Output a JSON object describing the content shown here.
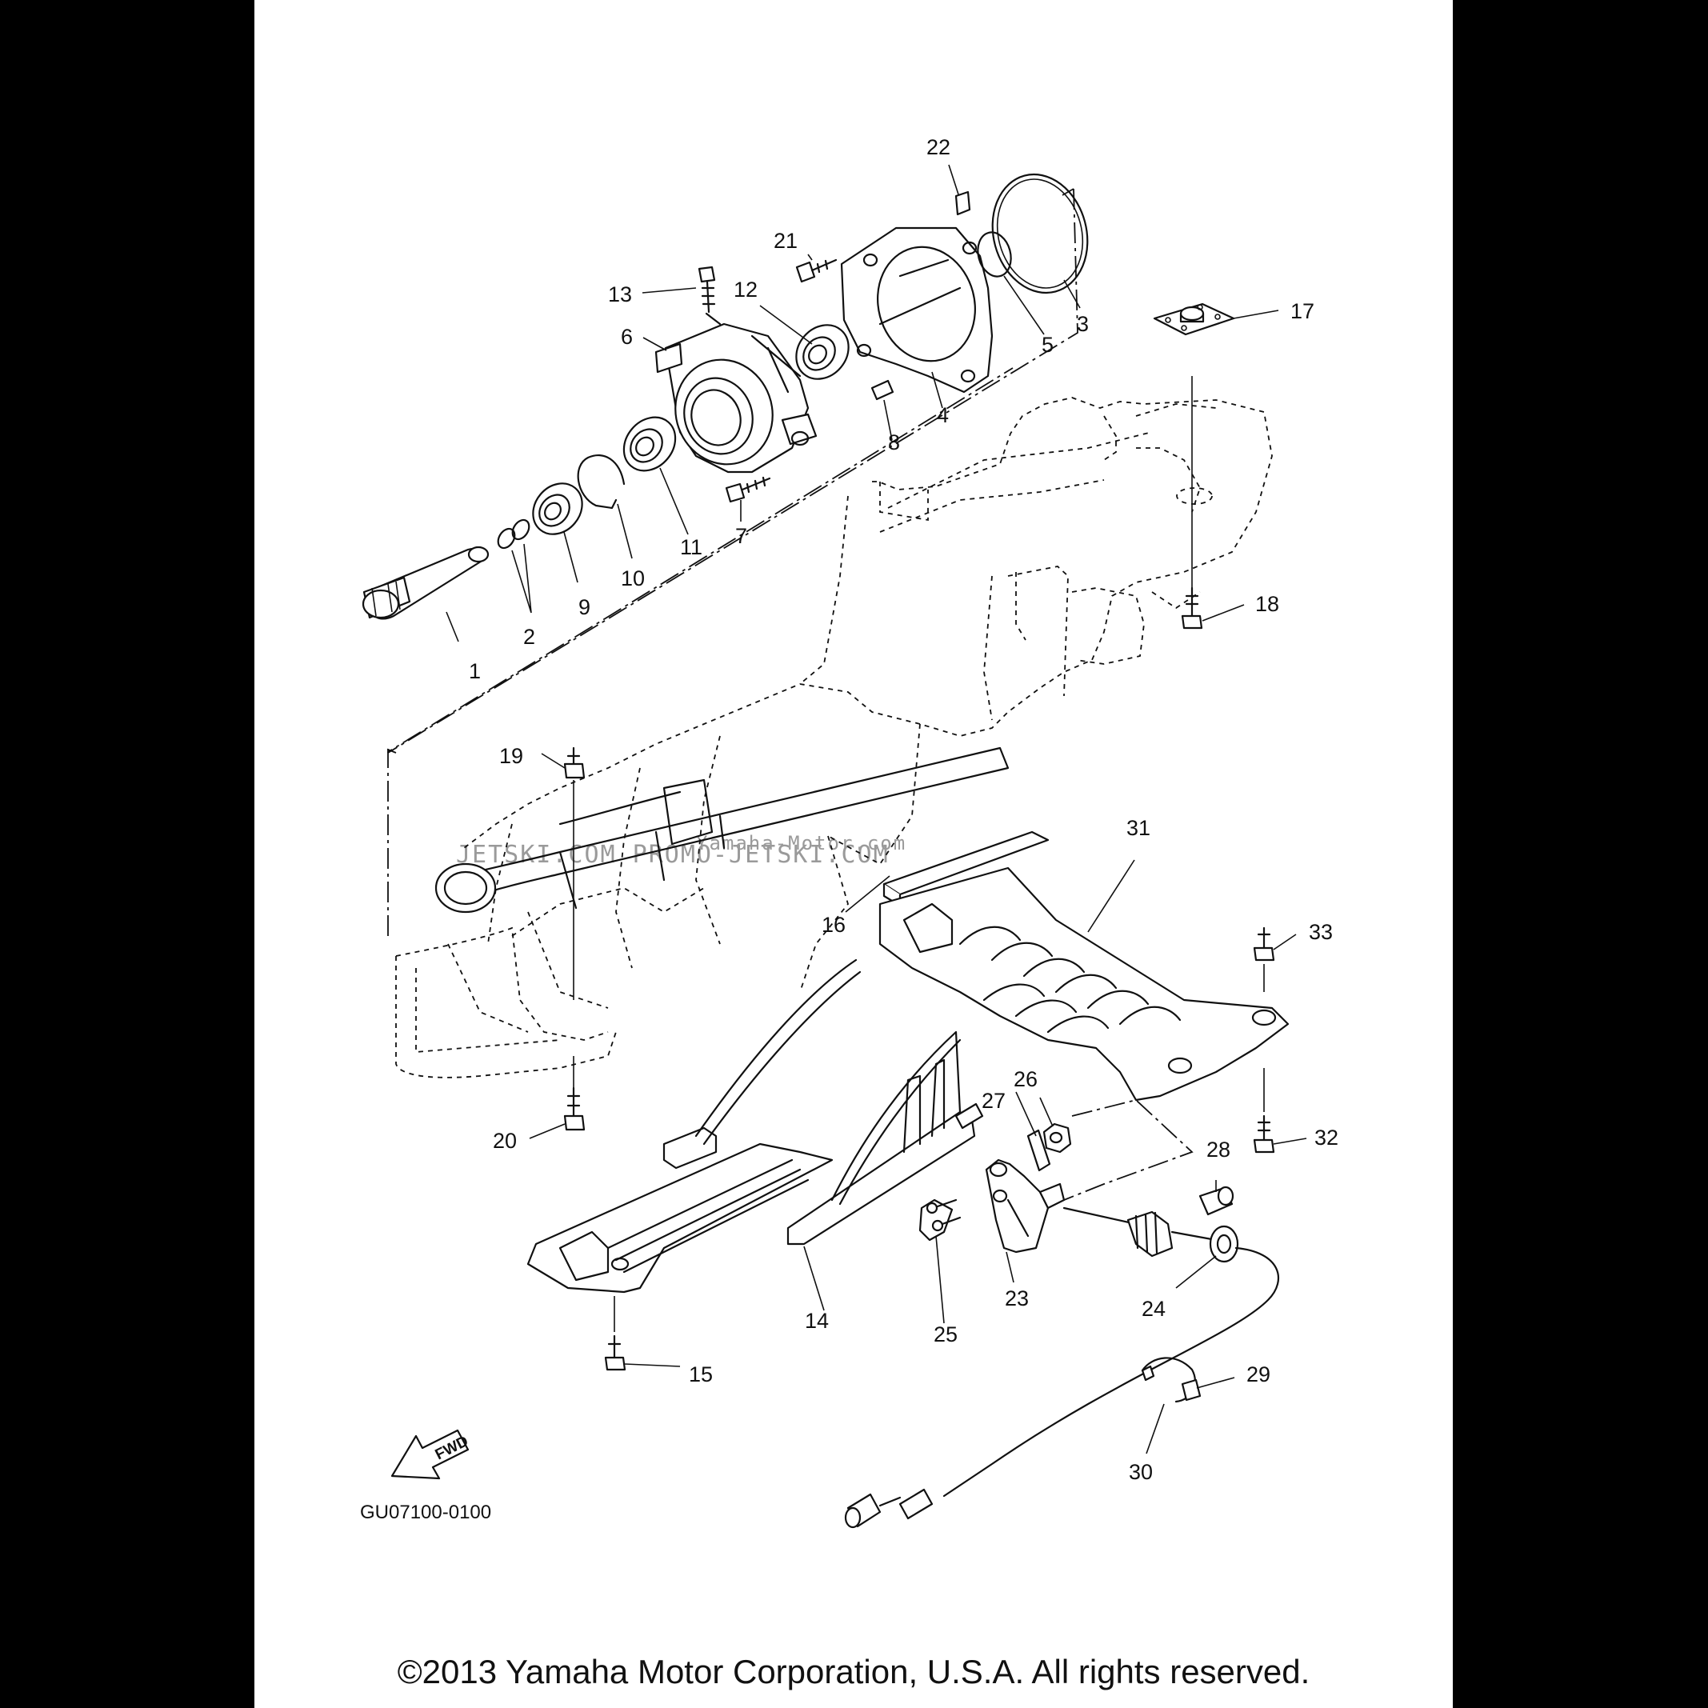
{
  "diagram": {
    "code": "GU07100-0100",
    "fwd_label": "FWD",
    "watermark": "JETSKI.COM PROMO-JETSKI.COM",
    "watermark_credit": "Yamaha-Motor.com",
    "copyright": "©2013 Yamaha Motor Corporation, U.S.A. All rights reserved.",
    "callouts": [
      "1",
      "2",
      "3",
      "4",
      "5",
      "6",
      "7",
      "8",
      "9",
      "10",
      "11",
      "12",
      "13",
      "14",
      "15",
      "16",
      "17",
      "18",
      "19",
      "20",
      "21",
      "22",
      "23",
      "24",
      "25",
      "26",
      "27",
      "28",
      "29",
      "30",
      "31",
      "32",
      "33"
    ]
  }
}
